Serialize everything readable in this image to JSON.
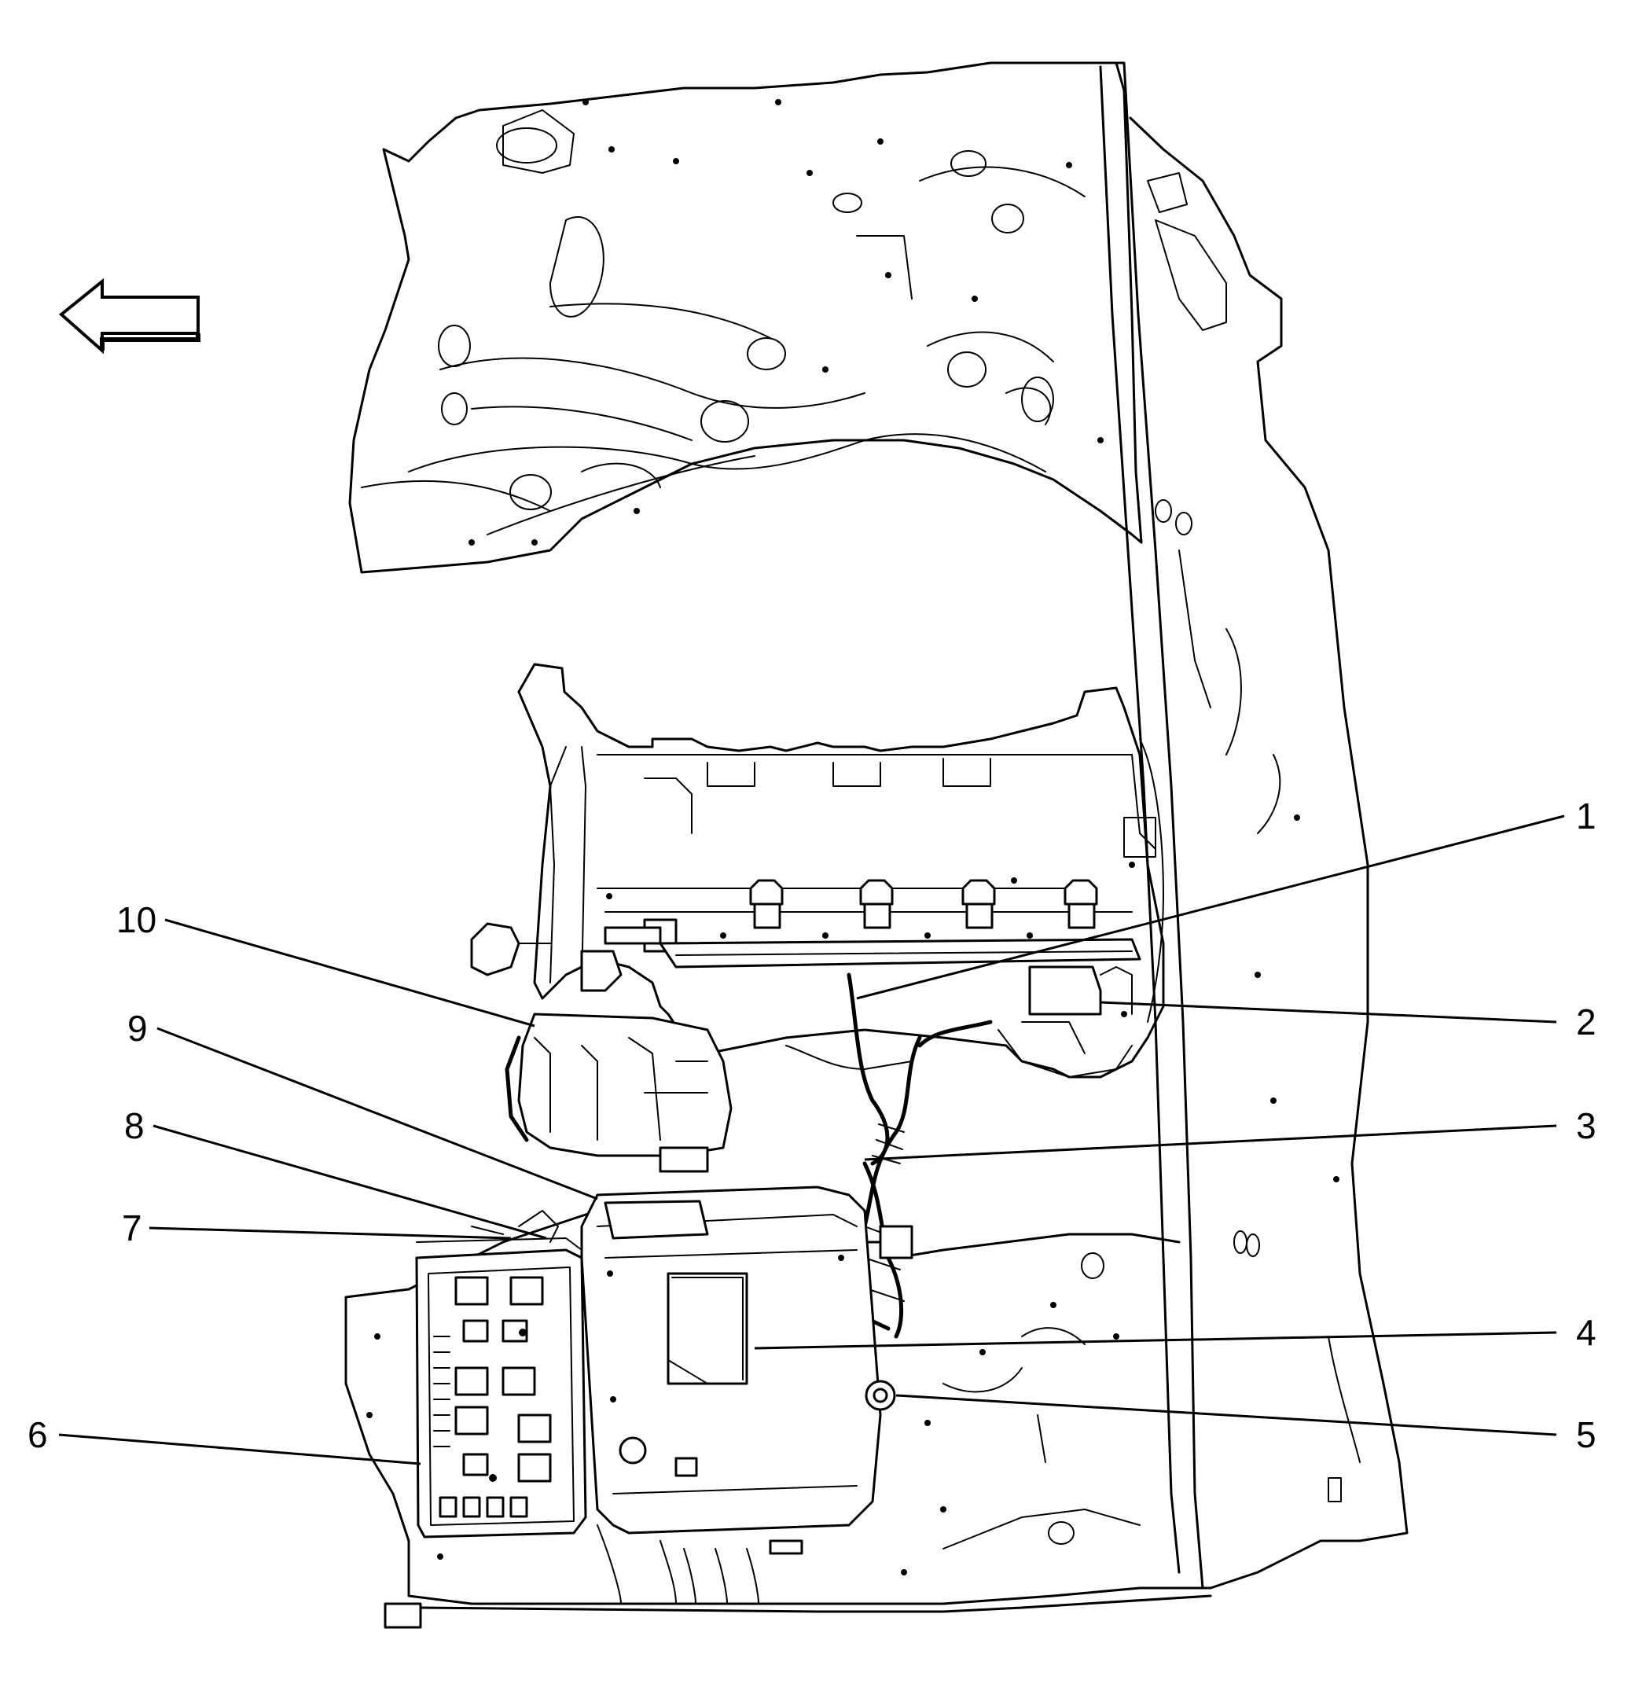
{
  "diagram": {
    "orientation_arrow_icon": "arrow-left-icon",
    "callouts": [
      {
        "id": "1",
        "label": "1"
      },
      {
        "id": "2",
        "label": "2"
      },
      {
        "id": "3",
        "label": "3"
      },
      {
        "id": "4",
        "label": "4"
      },
      {
        "id": "5",
        "label": "5"
      },
      {
        "id": "6",
        "label": "6"
      },
      {
        "id": "7",
        "label": "7"
      },
      {
        "id": "8",
        "label": "8"
      },
      {
        "id": "9",
        "label": "9"
      },
      {
        "id": "10",
        "label": "10"
      }
    ]
  }
}
